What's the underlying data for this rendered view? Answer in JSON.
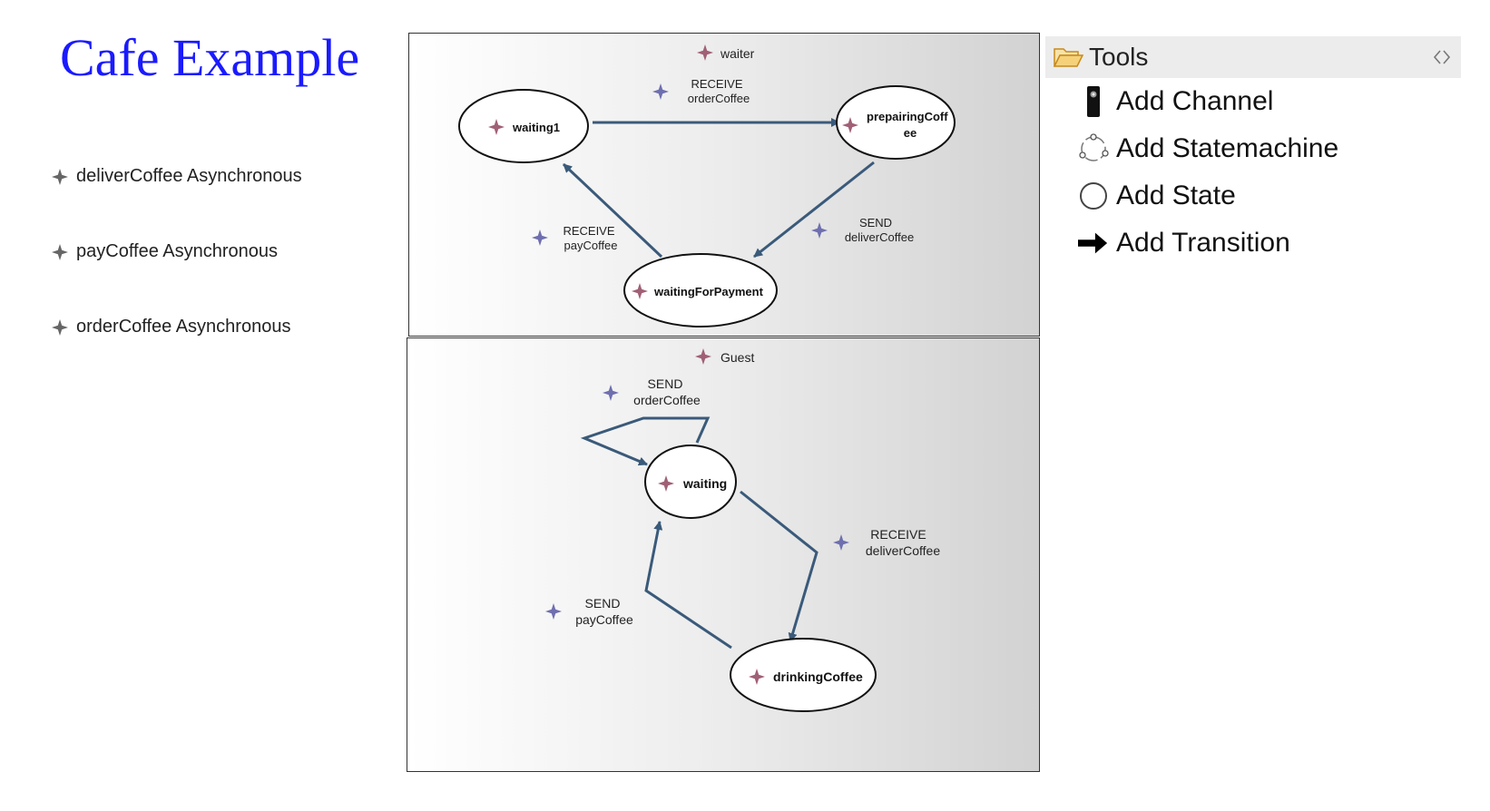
{
  "page": {
    "title": "Cafe Example"
  },
  "channels": [
    {
      "label": "deliverCoffee Asynchronous"
    },
    {
      "label": "payCoffee Asynchronous"
    },
    {
      "label": "orderCoffee Asynchronous"
    }
  ],
  "waiter": {
    "name": "waiter",
    "states": {
      "waiting1": "waiting1",
      "preparing_line1": "prepairingCoff",
      "preparing_line2": "ee",
      "waitingForPayment": "waitingForPayment"
    },
    "transitions": {
      "t1": {
        "kind": "RECEIVE",
        "msg": "orderCoffee"
      },
      "t2": {
        "kind": "SEND",
        "msg": "deliverCoffee"
      },
      "t3": {
        "kind": "RECEIVE",
        "msg": "payCoffee"
      }
    }
  },
  "guest": {
    "name": "Guest",
    "states": {
      "waiting": "waiting",
      "drinkingCoffee": "drinkingCoffee"
    },
    "transitions": {
      "t1": {
        "kind": "SEND",
        "msg": "orderCoffee"
      },
      "t2": {
        "kind": "RECEIVE",
        "msg": "deliverCoffee"
      },
      "t3": {
        "kind": "SEND",
        "msg": "payCoffee"
      }
    }
  },
  "palette": {
    "header": "Tools",
    "tools": [
      {
        "label": "Add Channel",
        "icon": "channel-icon"
      },
      {
        "label": "Add Statemachine",
        "icon": "statemachine-icon"
      },
      {
        "label": "Add State",
        "icon": "state-circle-icon"
      },
      {
        "label": "Add Transition",
        "icon": "arrow-right-icon"
      }
    ]
  },
  "colors": {
    "title": "#1a1aff",
    "arrow": "#3a5a7a",
    "state_star": "#a06075",
    "transition_star": "#6f6fb0",
    "channel_star": "#666666"
  }
}
